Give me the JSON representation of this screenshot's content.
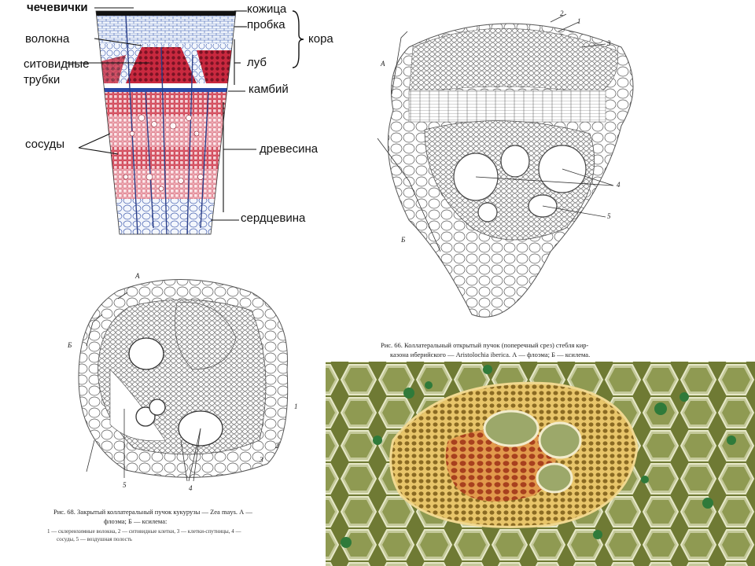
{
  "stem_diagram": {
    "labels": {
      "lenticels": "чечевички",
      "skin": "кожица",
      "cork": "пробка",
      "bark": "кора",
      "fibers": "волокна",
      "sieve_tubes_1": "ситовидные",
      "sieve_tubes_2": "трубки",
      "bast": "луб",
      "cambium": "камбий",
      "vessels": "сосуды",
      "wood": "древесина",
      "pith": "сердцевина"
    }
  },
  "aristolochia_figure": {
    "caption_line1": "Рис. 66. Коллатеральный открытый пучок (поперечный срез) стебля кир-",
    "caption_line2": "казона иберийского — Aristolochia iberica. А — флоэма; Б — ксилема.",
    "region_a": "А",
    "region_b": "Б",
    "numbers": [
      "1",
      "2",
      "3",
      "4",
      "5"
    ]
  },
  "zea_figure": {
    "caption_line1": "Рис. 68. Закрытый коллатеральный пучок кукурузы — Zea mays. А —",
    "caption_line2": "флоэма; Б — ксилема:",
    "legend_line1": "1 — склеренхимные волокна, 2 — ситовидные клетки, 3 — клетки-спутницы, 4 —",
    "legend_line2": "сосуды, 5 — воздушная полость",
    "region_a": "А",
    "region_b": "Б",
    "numbers": [
      "1",
      "2",
      "3",
      "4",
      "5"
    ]
  },
  "micrograph": {
    "colors": {
      "parenchyma": "#9aa35a",
      "sclerenchyma": "#d8b04a",
      "phloem": "#c9502a",
      "chloroplast": "#2f7a3a"
    }
  }
}
